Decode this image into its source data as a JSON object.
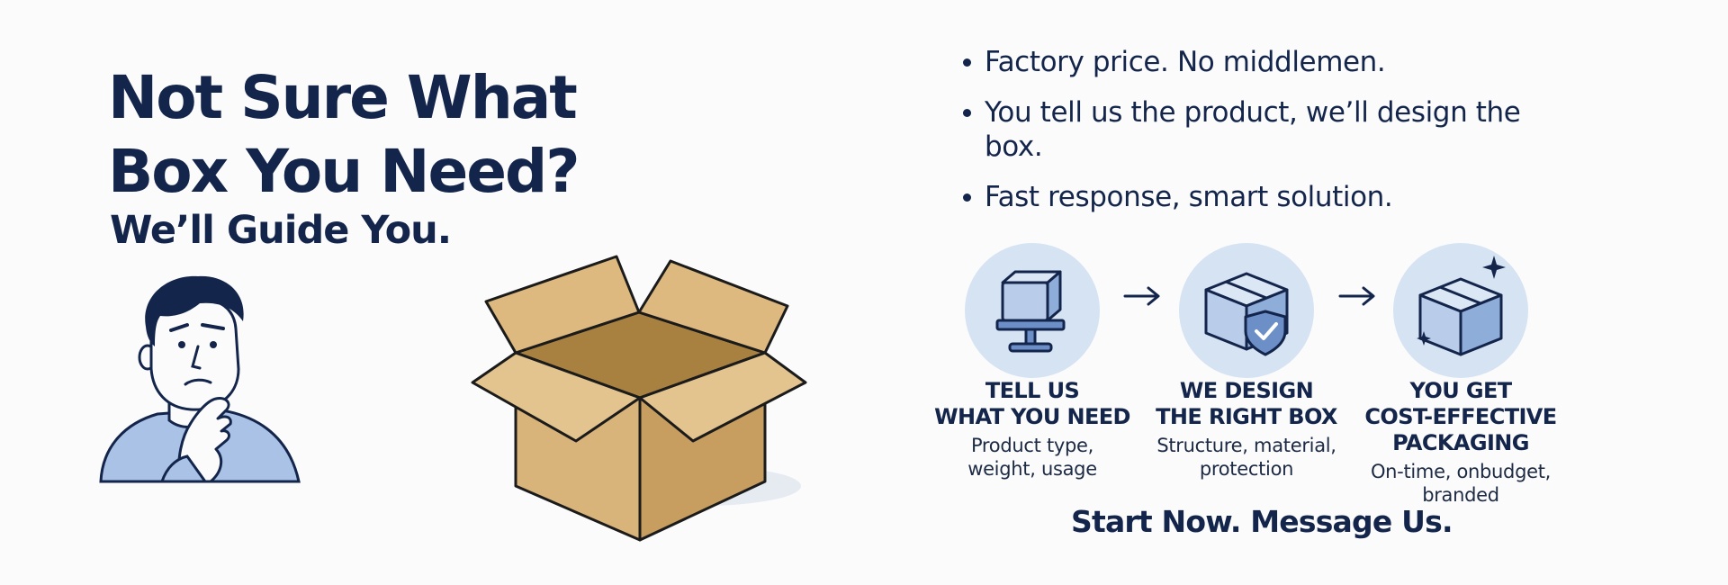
{
  "headline": {
    "line1": "Not Sure What",
    "line2": "Box You Need?",
    "sub": "We’ll Guide You."
  },
  "bullets": [
    {
      "line1": "Factory price. No middlemen.",
      "line2": ""
    },
    {
      "line1": "You tell us the product, we’ll design the",
      "line2": "box."
    },
    {
      "line1": "Fast response, smart solution.",
      "line2": ""
    }
  ],
  "steps": [
    {
      "title1": "TELL US",
      "title2": "WHAT YOU NEED",
      "title3": "",
      "desc1": "Product type,",
      "desc2": "weight, usage",
      "icon": "computer-box-icon"
    },
    {
      "title1": "WE DESIGN",
      "title2": "THE RIGHT BOX",
      "title3": "",
      "desc1": "Structure, material,",
      "desc2": "protection",
      "icon": "box-shield-icon"
    },
    {
      "title1": "YOU GET",
      "title2": "COST-EFFECTIVE",
      "title3": "PACKAGING",
      "desc1": "On-time, onbudget,",
      "desc2": "branded",
      "icon": "box-sparkle-icon"
    }
  ],
  "cta": "Start Now. Message Us.",
  "colors": {
    "navy": "#14254c",
    "circle": "#d6e3f3",
    "cardboard": "#d9b47a",
    "cardboard_dark": "#b58a48",
    "shirt": "#a9c2e6"
  }
}
